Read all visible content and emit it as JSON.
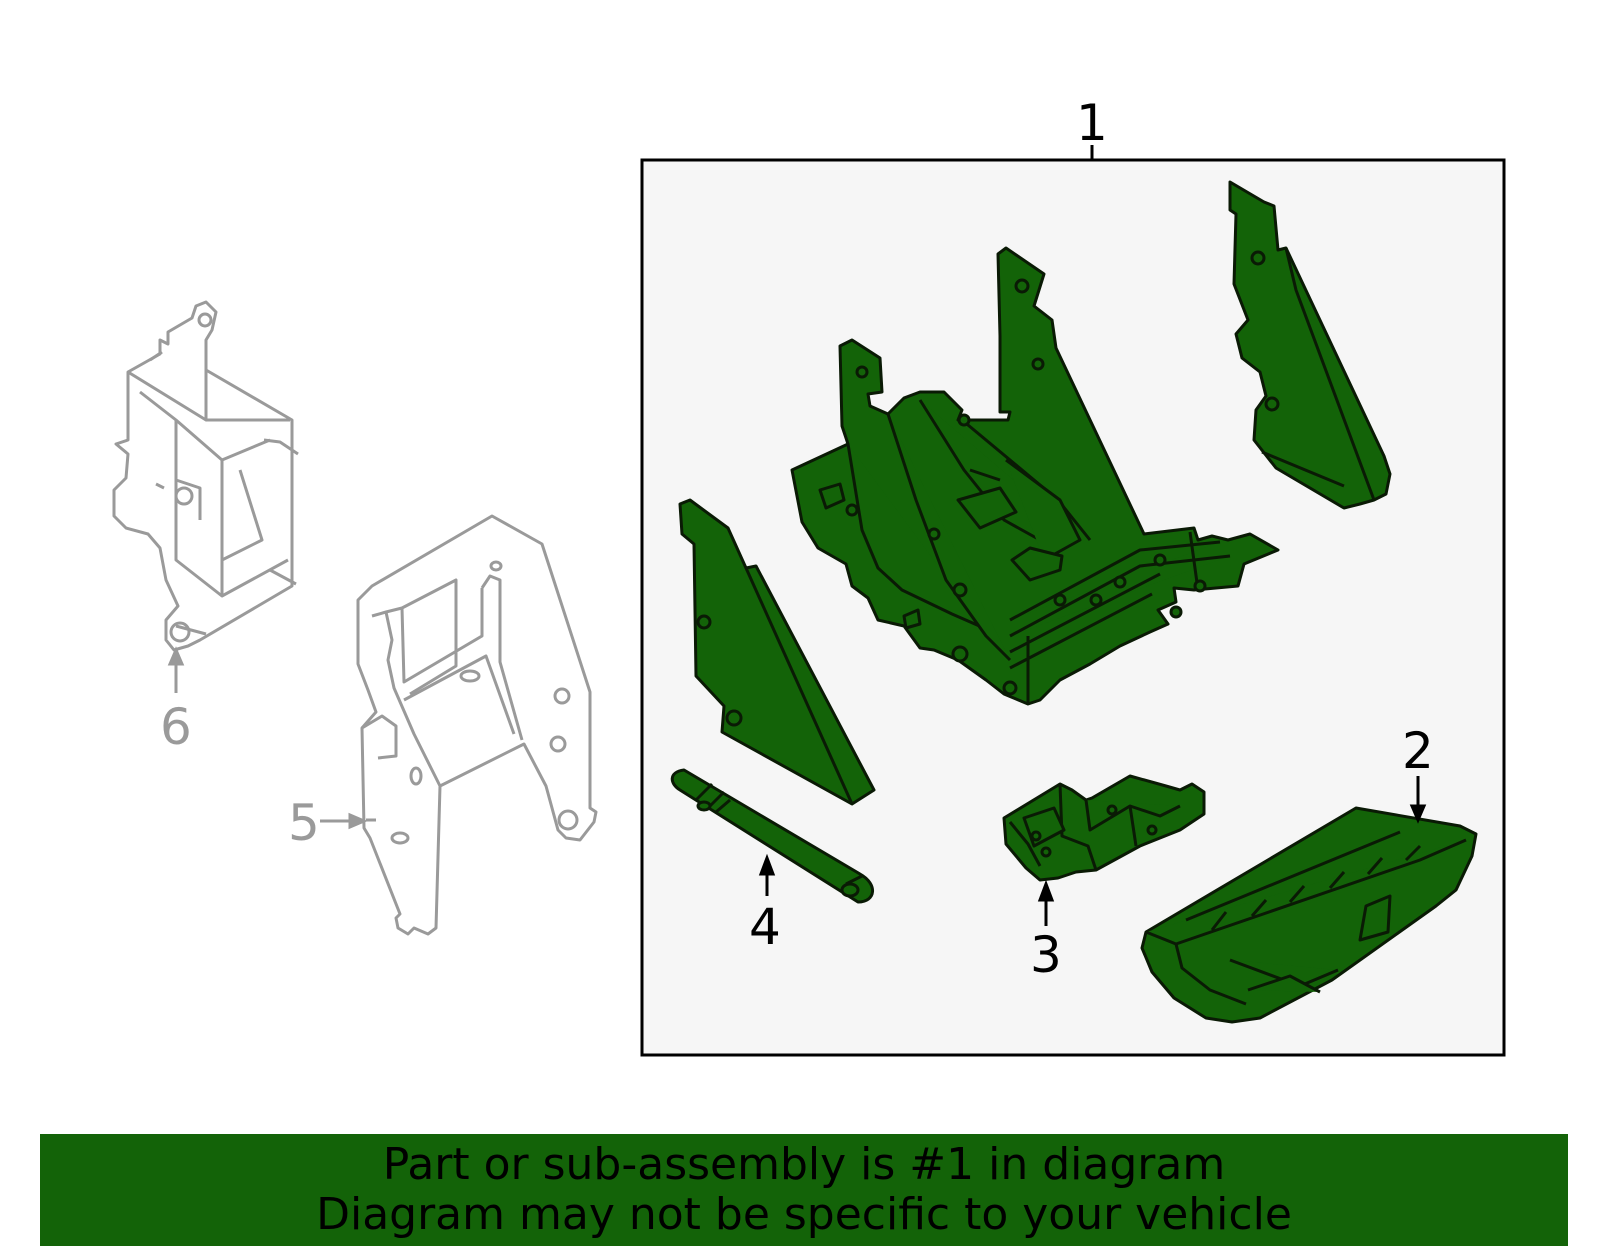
{
  "colors": {
    "highlight_fill": "#136308",
    "highlight_stroke": "#0a1a05",
    "box_bg": "#f6f6f6",
    "ghost_stroke": "#9a9a9a",
    "banner_bg": "#136308"
  },
  "callouts": {
    "c1": "1",
    "c2": "2",
    "c3": "3",
    "c4": "4",
    "c5": "5",
    "c6": "6"
  },
  "banner": {
    "line1": "Part or sub-assembly is #1 in diagram",
    "line2": "Diagram may not be specific to your vehicle"
  }
}
